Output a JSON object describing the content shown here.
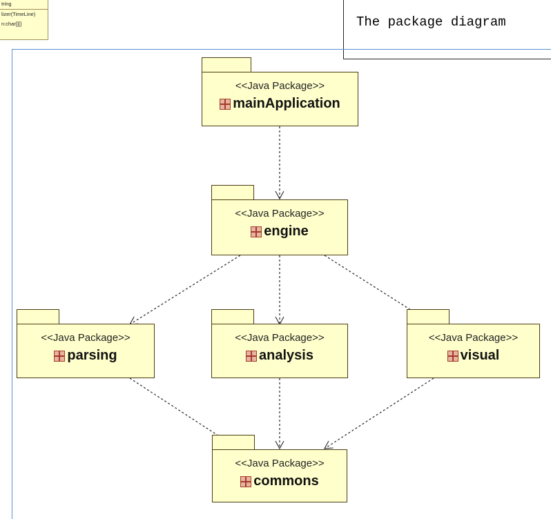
{
  "caption": {
    "text": "The package diagram"
  },
  "snippet": {
    "rows": [
      "tring",
      "lizer(TimeLine)",
      "n:char[][]"
    ]
  },
  "diagram": {
    "packages": {
      "mainApplication": {
        "stereotype": "<<Java Package>>",
        "name": "mainApplication"
      },
      "engine": {
        "stereotype": "<<Java Package>>",
        "name": "engine"
      },
      "parsing": {
        "stereotype": "<<Java Package>>",
        "name": "parsing"
      },
      "analysis": {
        "stereotype": "<<Java Package>>",
        "name": "analysis"
      },
      "visual": {
        "stereotype": "<<Java Package>>",
        "name": "visual"
      },
      "commons": {
        "stereotype": "<<Java Package>>",
        "name": "commons"
      }
    },
    "dependencies": [
      {
        "from": "mainApplication",
        "to": "engine"
      },
      {
        "from": "engine",
        "to": "parsing"
      },
      {
        "from": "engine",
        "to": "analysis"
      },
      {
        "from": "engine",
        "to": "visual"
      },
      {
        "from": "parsing",
        "to": "commons"
      },
      {
        "from": "analysis",
        "to": "commons"
      },
      {
        "from": "visual",
        "to": "commons"
      }
    ],
    "colors": {
      "package_fill": "#ffffcc",
      "package_border": "#4a3a10",
      "package_icon": "#a33a2a",
      "canvas_border": "#5b8fd1",
      "dependency_line": "#333333"
    }
  }
}
